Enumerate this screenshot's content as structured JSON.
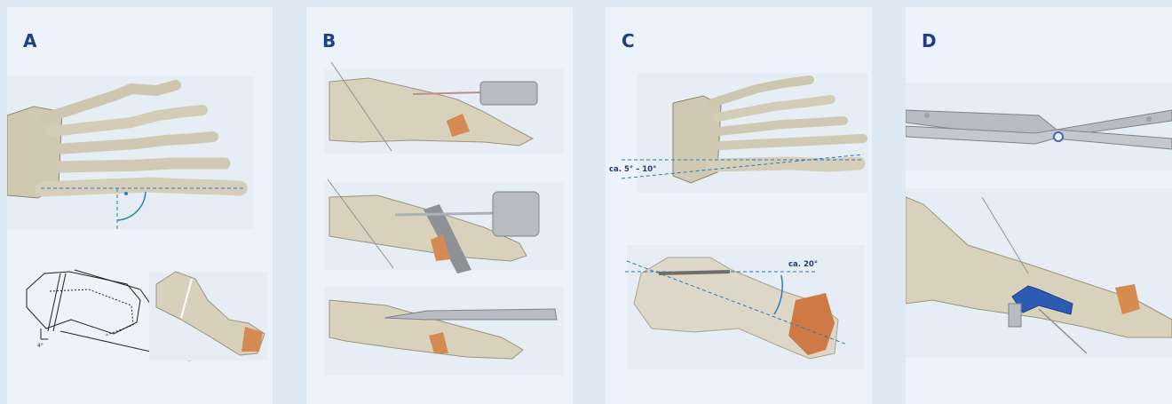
{
  "colors": {
    "background": "#dfe9f4",
    "panel": "#edf3fa",
    "label": "#1f3f86",
    "bone": "#d9d3c0",
    "bone_shadow": "#9c957f",
    "cartilage": "#d58a52",
    "guide_line": "#2b7bbd",
    "implant": "#2c5bb3",
    "instrument": "#b8bcc2"
  },
  "panels": [
    {
      "label": "A",
      "images": [
        "foot-skeleton-top-view",
        "osteotomy-schematic-drawing",
        "metatarsal-bone"
      ]
    },
    {
      "label": "B",
      "images": [
        "drill-guidewire-insertion",
        "saw-osteotomy-cut",
        "reamer-insertion"
      ]
    },
    {
      "label": "C",
      "images": [
        "foot-skeleton-angle",
        "metatarsal-screw-angle"
      ]
    },
    {
      "label": "D",
      "images": [
        "compression-forceps",
        "plate-fixation"
      ]
    }
  ],
  "annotations": {
    "angle_c1": "ca. 5° – 10°",
    "angle_c2": "ca. 20°",
    "schematic_angle": "4°"
  }
}
